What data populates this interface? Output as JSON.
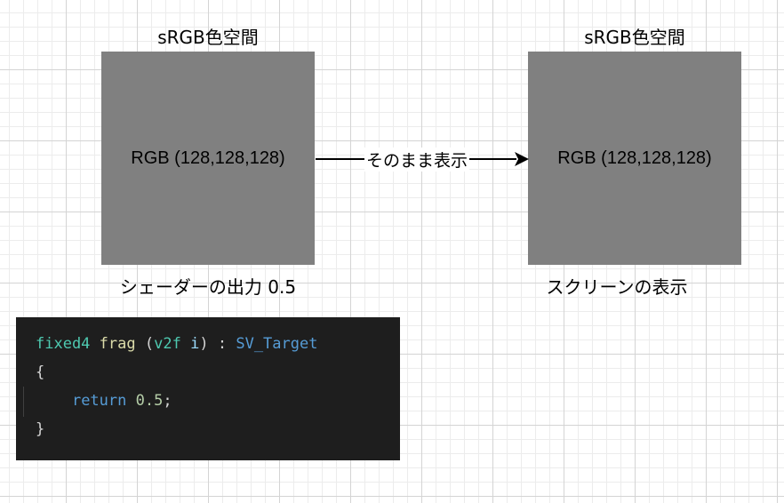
{
  "left": {
    "space_label": "sRGB色空間",
    "box_text": "RGB (128,128,128)",
    "caption": "シェーダーの出力 0.5"
  },
  "right": {
    "space_label": "sRGB色空間",
    "box_text": "RGB (128,128,128)",
    "caption": "スクリーンの表示"
  },
  "arrow": {
    "label": "そのまま表示"
  },
  "code": {
    "line1": {
      "type": "fixed4",
      "name": "frag",
      "open": "(",
      "param_type": "v2f",
      "param_name": "i",
      "close": ")",
      "colon": ":",
      "semantic": "SV_Target"
    },
    "line2": "{",
    "line3": {
      "keyword": "return",
      "value": "0.5",
      "semi": ";"
    },
    "line4": "}"
  },
  "colors": {
    "box_gray": "#808080",
    "code_background": "#1e1e1e",
    "code_type": "#4ec9b0",
    "code_function": "#dcdcaa",
    "code_keyword": "#569cd6",
    "code_number": "#b5cea8"
  }
}
